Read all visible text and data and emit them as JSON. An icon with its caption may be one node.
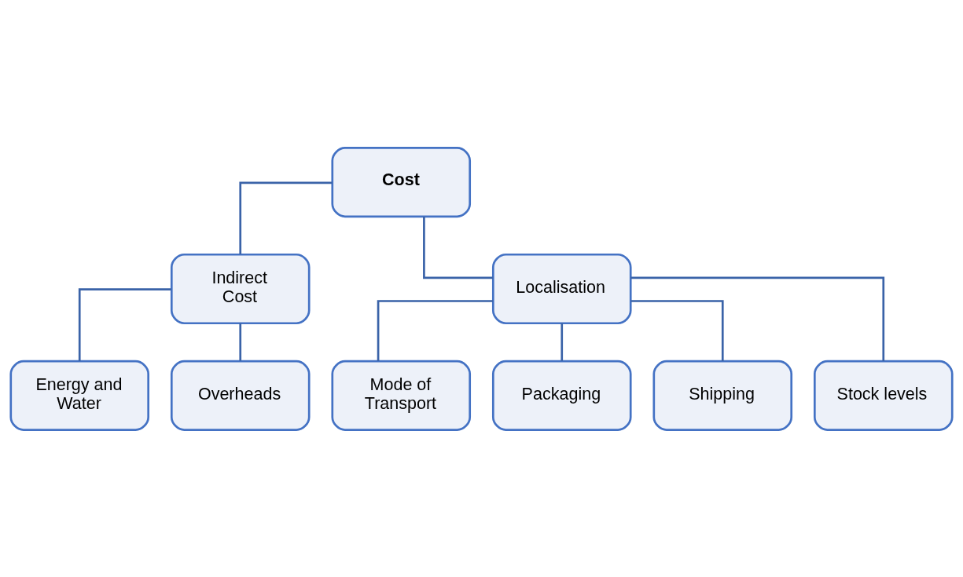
{
  "diagram": {
    "nodes": [
      {
        "text": [
          "Cost"
        ]
      },
      {
        "text": [
          "Indirect Cost"
        ]
      },
      {
        "text": [
          "Localisation"
        ]
      },
      {
        "text": [
          "Energy and Water"
        ]
      },
      {
        "text": [
          "Overheads"
        ]
      },
      {
        "text": [
          "Mode of Transport"
        ]
      },
      {
        "text": [
          "Packaging"
        ]
      },
      {
        "text": [
          "Shipping"
        ]
      },
      {
        "text": [
          "Stock levels"
        ]
      }
    ],
    "edges": [
      {
        "from": 0,
        "to": 1,
        "arrow": "none"
      },
      {
        "from": 0,
        "to": 2,
        "arrow": "none"
      },
      {
        "from": 1,
        "to": 3,
        "arrow": "none"
      },
      {
        "from": 1,
        "to": 4,
        "arrow": "none"
      },
      {
        "from": 2,
        "to": 5,
        "arrow": "none"
      },
      {
        "from": 2,
        "to": 6,
        "arrow": "none"
      },
      {
        "from": 2,
        "to": 7,
        "arrow": "none"
      },
      {
        "from": 2,
        "to": 8,
        "arrow": "none"
      }
    ]
  }
}
